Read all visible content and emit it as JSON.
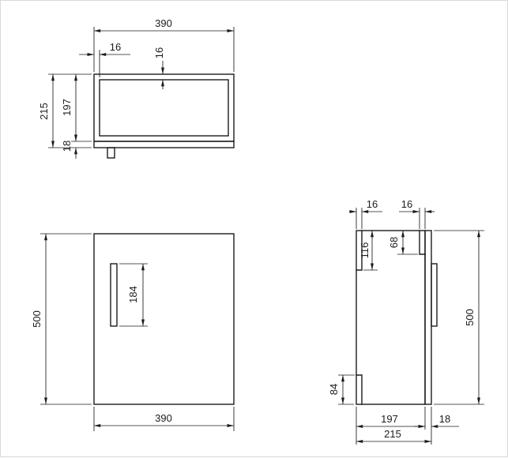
{
  "drawing": {
    "kind": "cabinet-three-view-dimension-drawing"
  },
  "views": {
    "top": {
      "dims": {
        "overall_width": "390",
        "side_wall_thickness": "16",
        "top_wall_thickness": "16",
        "overall_depth": "215",
        "body_depth": "197",
        "door_thickness": "18"
      }
    },
    "front": {
      "dims": {
        "overall_height": "500",
        "handle_length": "184",
        "overall_width": "390"
      }
    },
    "side": {
      "dims": {
        "back_rail_thickness": "16",
        "front_rail_thickness": "16",
        "back_rail_height": "116",
        "front_rail_height": "68",
        "bottom_rail_height": "84",
        "overall_height": "500",
        "body_depth": "197",
        "door_thickness": "18",
        "overall_depth": "215"
      }
    }
  },
  "colors": {
    "line": "#1c1c1c",
    "background": "#ffffff"
  }
}
